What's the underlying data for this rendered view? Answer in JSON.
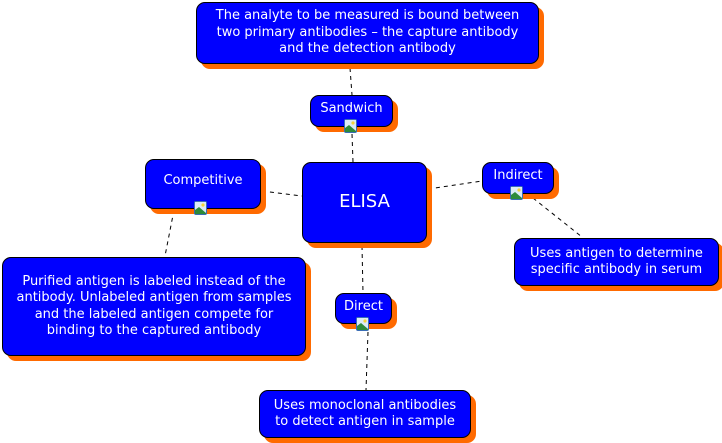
{
  "diagram": {
    "type": "mind-map",
    "root": {
      "id": "elisa",
      "label": "ELISA"
    },
    "topics": [
      {
        "id": "sandwich",
        "label": "Sandwich",
        "icon": "image-icon",
        "description": "The analyte to be measured is bound between two primary antibodies – the capture antibody and the detection antibody"
      },
      {
        "id": "competitive",
        "label": "Competitive",
        "icon": "image-icon",
        "description": "Purified antigen is labeled instead of the antibody. Unlabeled antigen from samples and the labeled antigen compete for binding to the captured antibody"
      },
      {
        "id": "indirect",
        "label": "Indirect",
        "icon": "image-icon",
        "description": "Uses antigen to determine specific antibody in serum"
      },
      {
        "id": "direct",
        "label": "Direct",
        "icon": "image-icon",
        "description": "Uses monoclonal antibodies to detect antigen in sample"
      }
    ],
    "colors": {
      "node_fill": "#0000ff",
      "node_text": "#ffffff",
      "node_border": "#000000",
      "node_shadow": "#ff6a00",
      "connector": "#000000"
    }
  }
}
